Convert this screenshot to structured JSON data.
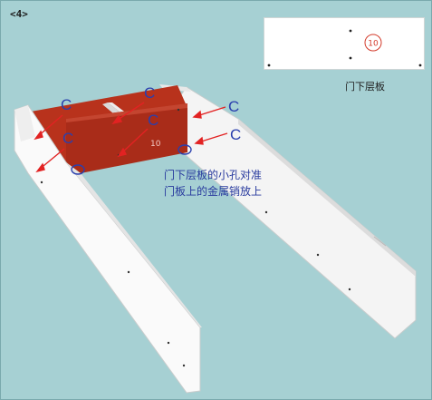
{
  "step": {
    "label": "<4>"
  },
  "inset": {
    "part_number": "10",
    "caption": "门下层板"
  },
  "annotation": {
    "line1": "门下层板的小孔对准",
    "line2": "门板上的金属销放上"
  },
  "callouts": [
    "C",
    "C",
    "C",
    "C",
    "C",
    "C"
  ],
  "colors": {
    "background": "#a6d0d3",
    "panel": "#ffffff",
    "shelf": "#b8321c",
    "arrow": "#e22222",
    "callout": "#2a3fae"
  }
}
